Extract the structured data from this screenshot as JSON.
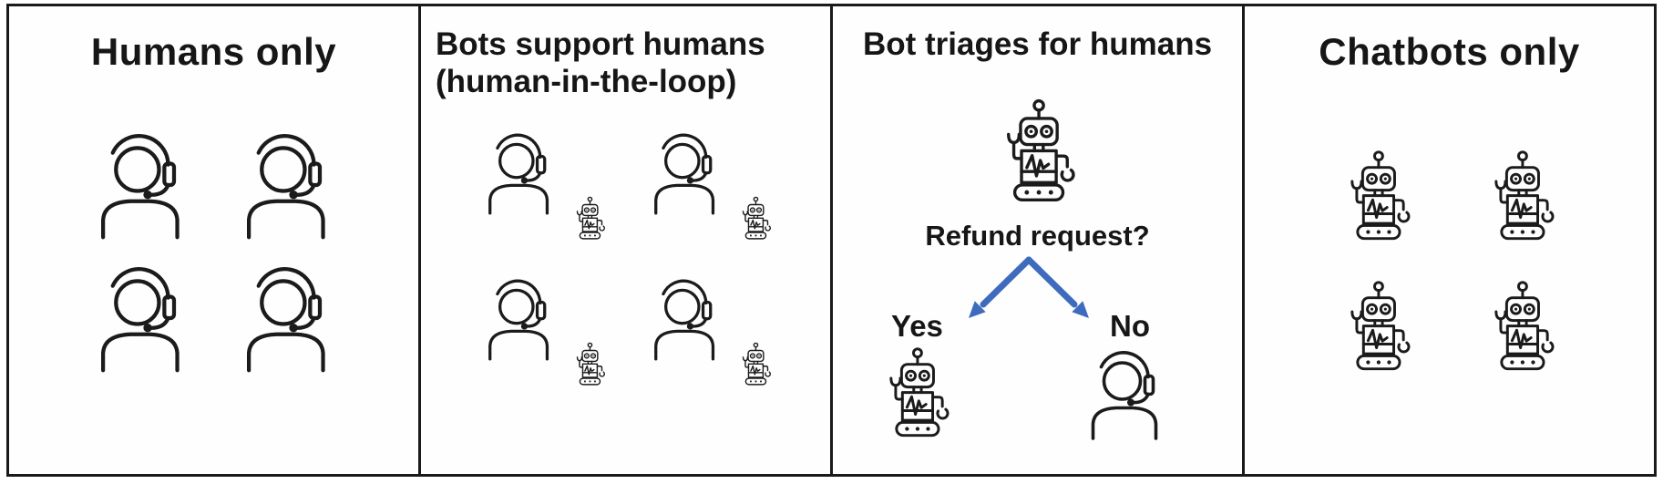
{
  "figure": {
    "panel_humans_only": {
      "title": "Humans only"
    },
    "panel_bots_support": {
      "title_line1": "Bots support humans",
      "title_line2": "(human-in-the-loop)"
    },
    "panel_bot_triages": {
      "title": "Bot triages for humans",
      "question": "Refund request?",
      "yes_label": "Yes",
      "no_label": "No"
    },
    "panel_chatbots_only": {
      "title": "Chatbots only"
    }
  },
  "icons": {
    "human_agent": "person-with-headset-icon",
    "chatbot": "robot-icon",
    "decision": "split-arrows-icon"
  },
  "counts": {
    "humans_only_agents": 4,
    "bots_support_pairs": 4,
    "chatbots_only_bots": 4
  },
  "colors": {
    "arrow": "#3e6bbd",
    "ink": "#1a1a1a",
    "background": "#ffffff"
  }
}
